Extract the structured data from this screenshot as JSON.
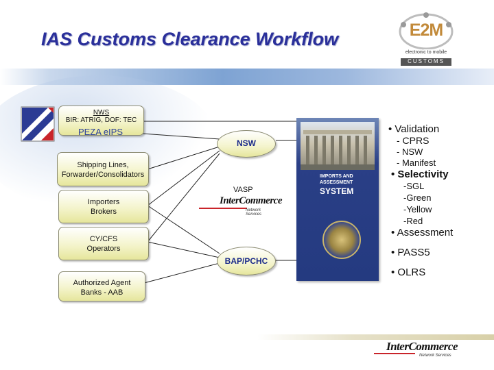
{
  "title": "IAS Customs Clearance Workflow",
  "brand_logo": {
    "main": "E2M",
    "tagline": "electronic to mobile",
    "sub": "CUSTOMS"
  },
  "sources": {
    "nws_title": "NWS",
    "nws_sub": "BIR: ATRIG, DOF: TEC",
    "peza": "PEZA eIPS",
    "shipping": "Shipping Lines, Forwarder/Consolidators",
    "importers": "Importers Brokers",
    "cy_cfs": "CY/CFS Operators",
    "banks": "Authorized Agent Banks - AAB"
  },
  "hub": {
    "nsw": "NSW",
    "vasp": "VASP",
    "bap": "BAP/PCHC",
    "intercommerce_word": "InterCommerce",
    "intercommerce_sub": "Network Services"
  },
  "system_card": {
    "line1": "IMPORTS AND",
    "line2": "ASSESSMENT",
    "line3": "SYSTEM"
  },
  "features": [
    {
      "text": "• Validation",
      "level": 0
    },
    {
      "text": "- CPRS",
      "level": 1
    },
    {
      "text": "- NSW",
      "level": 1
    },
    {
      "text": "- Manifest",
      "level": 1
    },
    {
      "text": "• Selectivity",
      "level": 0
    },
    {
      "text": "-SGL",
      "level": 1
    },
    {
      "text": "-Green",
      "level": 1
    },
    {
      "text": "-Yellow",
      "level": 1
    },
    {
      "text": "-Red",
      "level": 1
    },
    {
      "text": "• Assessment",
      "level": 0
    },
    {
      "text": "• PASS5",
      "level": 0
    },
    {
      "text": "• OLRS",
      "level": 0
    }
  ],
  "footer_logo": {
    "word": "InterCommerce",
    "sub": "Network Services"
  },
  "colors": {
    "title": "#2a2f9a",
    "box_fill": "#f4f4cc",
    "system_blue": "#2a3f86"
  }
}
